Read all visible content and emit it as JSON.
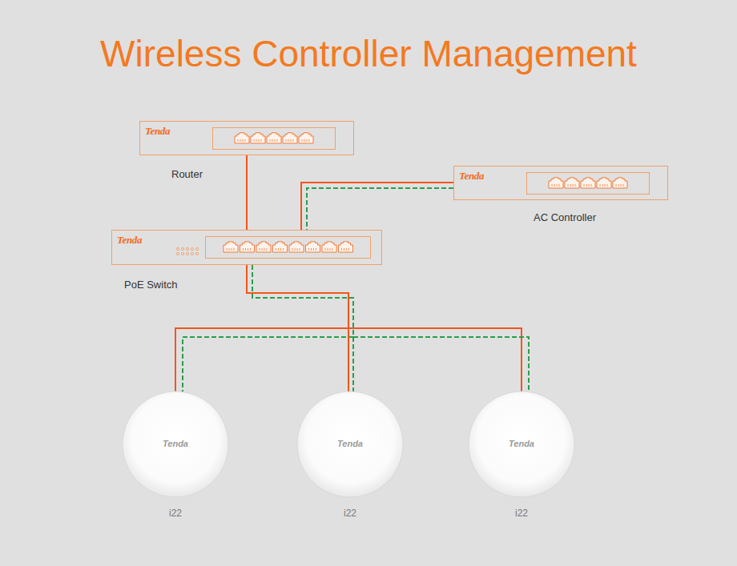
{
  "diagram": {
    "title": "Wireless Controller Management",
    "nodes": [
      {
        "text": [
          "Tenda",
          "Router"
        ]
      },
      {
        "text": [
          "Tenda",
          "AC Controller"
        ]
      },
      {
        "text": [
          "Tenda",
          "PoE Switch"
        ]
      },
      {
        "text": [
          "Tenda",
          "i22"
        ]
      },
      {
        "text": [
          "Tenda",
          "i22"
        ]
      },
      {
        "text": [
          "Tenda",
          "i22"
        ]
      }
    ],
    "edges": [
      {
        "from": 0,
        "to": 2,
        "arrow": "none"
      },
      {
        "from": 1,
        "to": 2,
        "arrow": "none"
      },
      {
        "from": 2,
        "to": 3,
        "arrow": "none"
      },
      {
        "from": 2,
        "to": 4,
        "arrow": "none"
      },
      {
        "from": 2,
        "to": 5,
        "arrow": "none"
      }
    ]
  }
}
